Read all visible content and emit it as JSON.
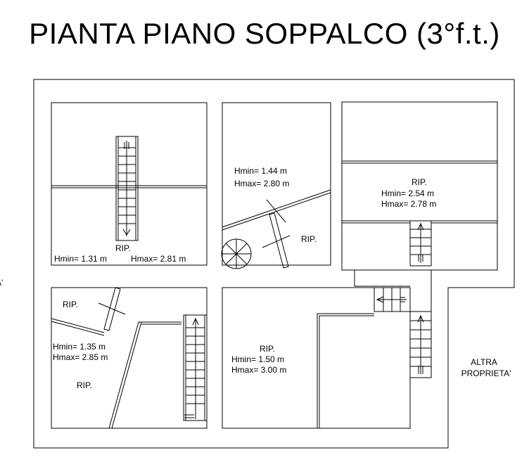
{
  "title": "PIANTA PIANO SOPPALCO (3°f.t.)",
  "rooms": {
    "top_left": {
      "label": "RIP.",
      "hmin": "Hmin= 1.31 m",
      "hmax": "Hmax= 2.81 m"
    },
    "top_center": {
      "hmin": "Hmin= 1.44 m",
      "hmax": "Hmax= 2.80 m",
      "label": "RIP."
    },
    "top_right": {
      "label": "RIP.",
      "hmin": "Hmin= 2.54 m",
      "hmax": "Hmax= 2.78 m"
    },
    "bottom_left": {
      "label_top": "RIP.",
      "hmin": "Hmin= 1.35 m",
      "hmax": "Hmax= 2.85 m",
      "label_bottom": "RIP."
    },
    "bottom_center": {
      "label": "RIP.",
      "hmin": "Hmin= 1.50 m",
      "hmax": "Hmax= 3.00 m"
    }
  },
  "outside_right": {
    "line1": "ALTRA",
    "line2": "PROPRIETA'"
  },
  "outside_left_fragment": "A'"
}
